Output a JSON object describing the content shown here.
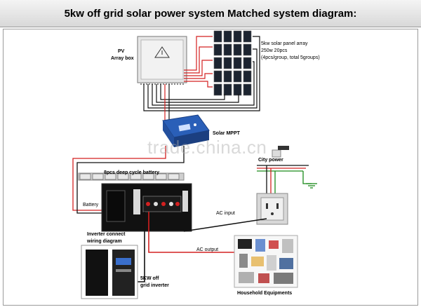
{
  "header": {
    "title": "5kw off grid solar power system Matched system diagram:"
  },
  "labels": {
    "pv_array_box_line1": "PV",
    "pv_array_box_line2": "Array box",
    "panel_array_line1": "5kw solar panel array",
    "panel_array_line2": "250w 20pcs",
    "panel_array_line3": "(4pcs/group,  total 5groups)",
    "solar_mppt": "Solar MPPT",
    "battery_bank": "8pcs deep cycle battery",
    "battery": "Battery",
    "city_power": "City power",
    "ac_input": "AC input",
    "ac_output": "AC output",
    "inverter_wiring_line1": "Inverter connect",
    "inverter_wiring_line2": "wiring diagram",
    "inverter_line1": "5KW off",
    "inverter_line2": "grid inverter",
    "household": "Household Equipments"
  },
  "watermark": "trade.china.cn",
  "colors": {
    "positive_wire": "#d42020",
    "negative_wire": "#111111",
    "ground_wire": "#1a8a1a",
    "mppt_blue": "#2a5fb8",
    "panel_cell": "#1c2430"
  },
  "panel_array": {
    "groups": 5,
    "panels_per_group": 4
  },
  "battery_count": 8
}
